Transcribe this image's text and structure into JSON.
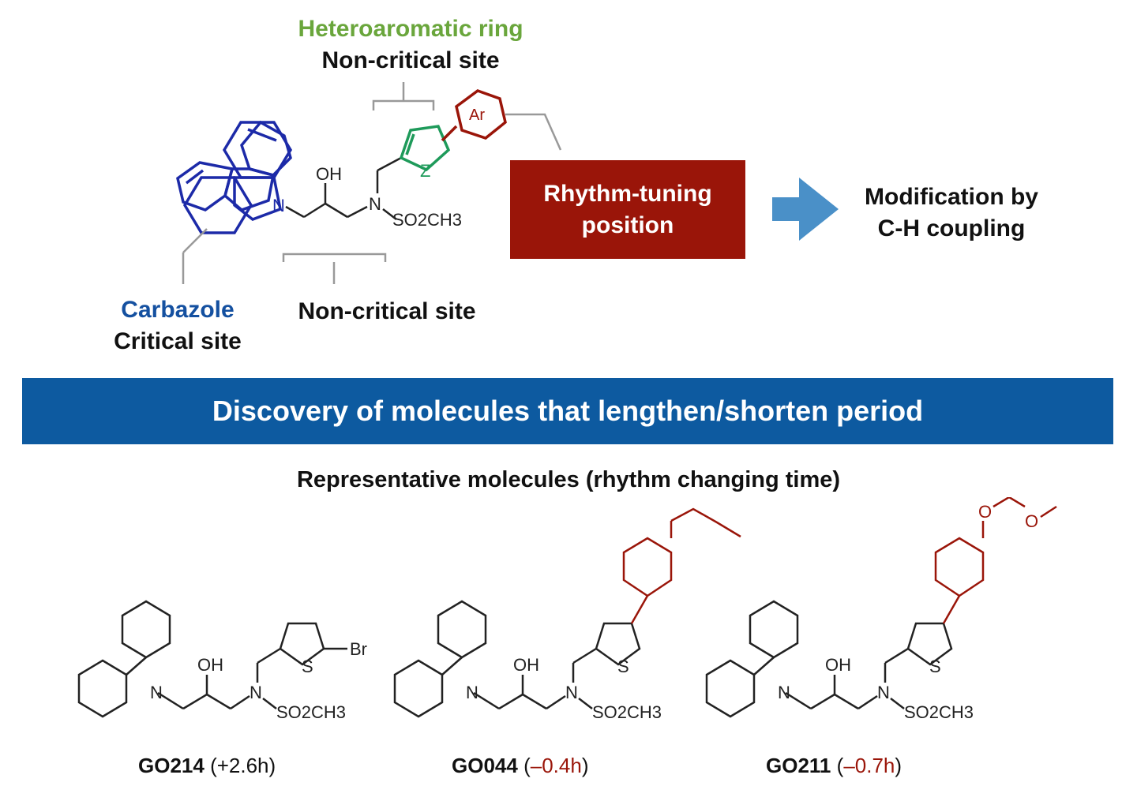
{
  "colors": {
    "carbazole": "#1c2aa8",
    "heteroaromatic": "#1e9a5a",
    "aryl": "#9a1509",
    "banner": "#0d5aa0",
    "arrow": "#4a90c8",
    "heteroaromatic_label": "#6aa63c",
    "carbazole_label": "#1450a0"
  },
  "top": {
    "heteroaromatic_label": "Heteroaromatic ring",
    "heteroaromatic_sub": "Non-critical site",
    "linker_label": "Non-critical site",
    "carbazole_label": "Carbazole",
    "carbazole_sub": "Critical site",
    "rhythm_line1": "Rhythm-tuning",
    "rhythm_line2": "position",
    "modification_line1": "Modification by",
    "modification_line2": "C-H coupling",
    "atoms": {
      "oh": "OH",
      "n_amine": "N",
      "n_carb": "N",
      "z": "Z",
      "ar": "Ar",
      "so2ch3": "SO2CH3"
    }
  },
  "banner_text": "Discovery of molecules that lengthen/shorten period",
  "subtitle": "Representative molecules (rhythm changing time)",
  "molecules": [
    {
      "name": "GO214",
      "change": "(+2.6h)",
      "substituent": "Br",
      "s": "S",
      "oh": "OH",
      "n": "N",
      "sulf": "SO2CH3"
    },
    {
      "name": "GO044",
      "change_open": "(",
      "change": "–0.4h",
      "change_close": ")",
      "s": "S",
      "oh": "OH",
      "n": "N",
      "sulf": "SO2CH3"
    },
    {
      "name": "GO211",
      "change_open": "(",
      "change": "–0.7h",
      "change_close": ")",
      "s": "S",
      "oh": "OH",
      "n": "N",
      "sulf": "SO2CH3",
      "o1": "O",
      "o2": "O"
    }
  ]
}
